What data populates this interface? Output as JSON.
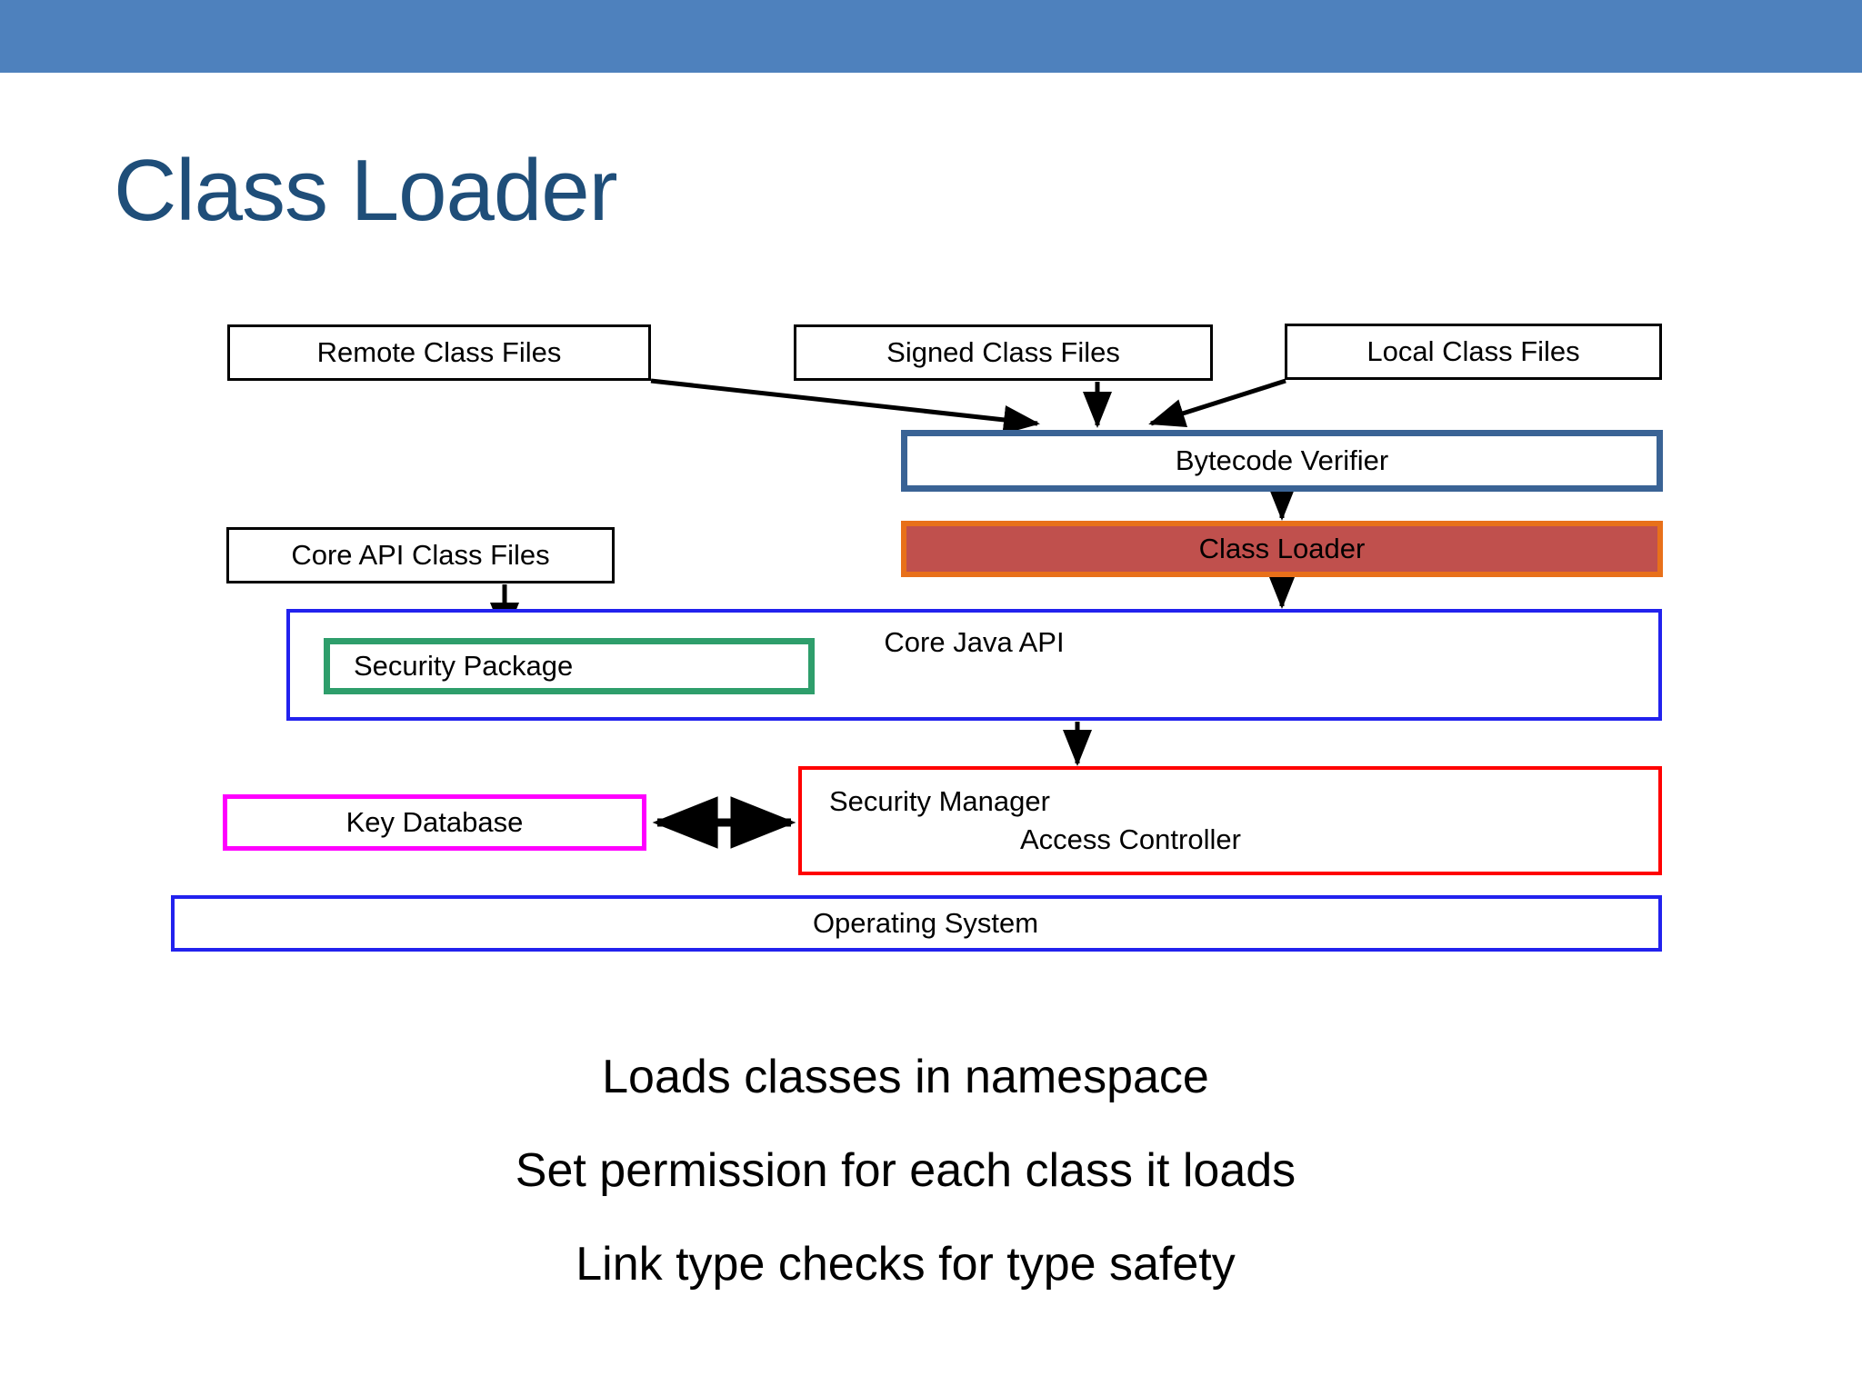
{
  "slide": {
    "title": "Class Loader",
    "banner_color": "#4E81BD",
    "title_color": "#1F4E79",
    "background_color": "#FFFFFF"
  },
  "diagram": {
    "nodes": [
      {
        "id": "remote-class-files",
        "label": "Remote Class Files",
        "border_color": "#000000",
        "fill": "#FFFFFF"
      },
      {
        "id": "signed-class-files",
        "label": "Signed Class Files",
        "border_color": "#000000",
        "fill": "#FFFFFF"
      },
      {
        "id": "local-class-files",
        "label": "Local Class Files",
        "border_color": "#000000",
        "fill": "#FFFFFF"
      },
      {
        "id": "bytecode-verifier",
        "label": "Bytecode Verifier",
        "border_color": "#3A6395",
        "fill": "#FFFFFF"
      },
      {
        "id": "class-loader",
        "label": "Class Loader",
        "border_color": "#E8701A",
        "fill": "#C0504D"
      },
      {
        "id": "core-api-class-files",
        "label": "Core API Class Files",
        "border_color": "#000000",
        "fill": "#FFFFFF"
      },
      {
        "id": "core-java-api",
        "label": "Core Java API",
        "border_color": "#2222EE",
        "fill": "#FFFFFF"
      },
      {
        "id": "security-package",
        "label": "Security Package",
        "border_color": "#2E9E6B",
        "fill": "#FFFFFF"
      },
      {
        "id": "key-database",
        "label": "Key Database",
        "border_color": "#FF00FF",
        "fill": "#FFFFFF"
      },
      {
        "id": "security-manager",
        "label_line1": "Security Manager",
        "label_line2": "Access Controller",
        "border_color": "#FF0000",
        "fill": "#FFFFFF"
      },
      {
        "id": "operating-system",
        "label": "Operating System",
        "border_color": "#2222EE",
        "fill": "#FFFFFF"
      }
    ],
    "connectors": [
      {
        "from": "remote-class-files",
        "to": "bytecode-verifier",
        "style": "single-arrow"
      },
      {
        "from": "signed-class-files",
        "to": "bytecode-verifier",
        "style": "single-arrow"
      },
      {
        "from": "local-class-files",
        "to": "bytecode-verifier",
        "style": "single-arrow"
      },
      {
        "from": "bytecode-verifier",
        "to": "class-loader",
        "style": "single-arrow"
      },
      {
        "from": "class-loader",
        "to": "core-java-api",
        "style": "single-arrow"
      },
      {
        "from": "core-api-class-files",
        "to": "security-package",
        "style": "single-arrow"
      },
      {
        "from": "core-java-api",
        "to": "security-manager",
        "style": "single-arrow"
      },
      {
        "from": "key-database",
        "to": "security-manager",
        "style": "double-arrow"
      }
    ],
    "arrow_color": "#000000"
  },
  "bullets": [
    "Loads classes in namespace",
    "Set permission for each class it loads",
    "Link type checks for type safety"
  ]
}
